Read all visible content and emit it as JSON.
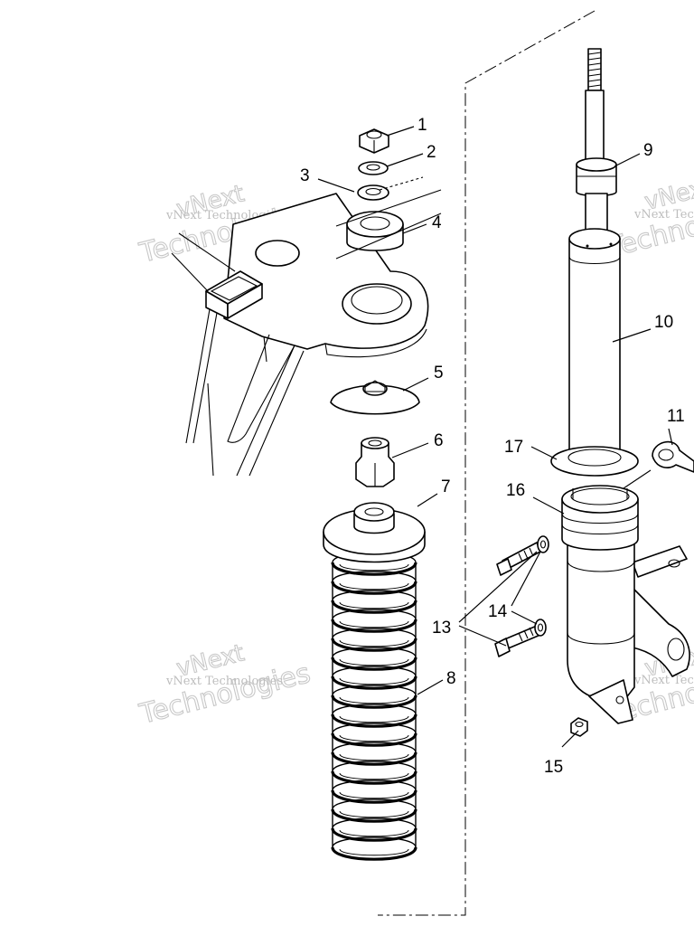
{
  "callouts": [
    {
      "id": "1",
      "label": "1"
    },
    {
      "id": "2",
      "label": "2"
    },
    {
      "id": "3",
      "label": "3"
    },
    {
      "id": "4",
      "label": "4"
    },
    {
      "id": "5",
      "label": "5"
    },
    {
      "id": "6",
      "label": "6"
    },
    {
      "id": "7",
      "label": "7"
    },
    {
      "id": "8",
      "label": "8"
    },
    {
      "id": "9",
      "label": "9"
    },
    {
      "id": "10",
      "label": "10"
    },
    {
      "id": "11",
      "label": "11"
    },
    {
      "id": "13",
      "label": "13"
    },
    {
      "id": "14",
      "label": "14"
    },
    {
      "id": "15",
      "label": "15"
    },
    {
      "id": "16",
      "label": "16"
    },
    {
      "id": "17",
      "label": "17"
    }
  ],
  "watermark": {
    "company": "vNext Technologies",
    "word_top": "vNext",
    "word_bottom": "Technologies"
  }
}
